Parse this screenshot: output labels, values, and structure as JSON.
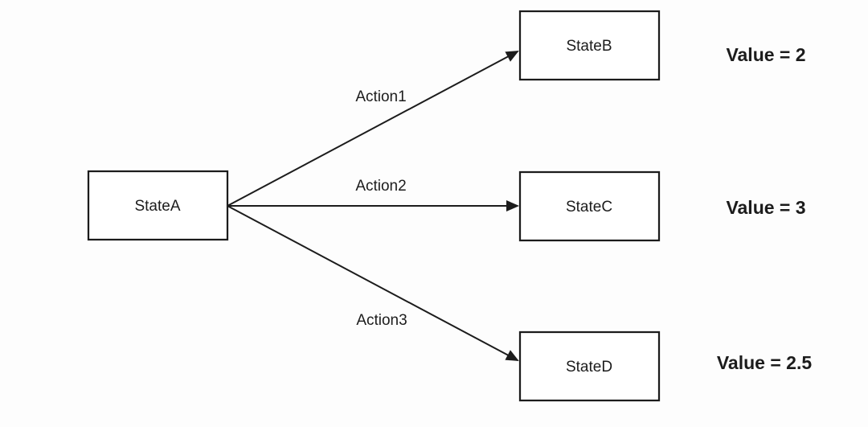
{
  "diagram": {
    "nodes": {
      "stateA": {
        "label": "StateA"
      },
      "stateB": {
        "label": "StateB",
        "value": 2,
        "value_label": "Value = 2"
      },
      "stateC": {
        "label": "StateC",
        "value": 3,
        "value_label": "Value = 3"
      },
      "stateD": {
        "label": "StateD",
        "value": 2.5,
        "value_label": "Value = 2.5"
      }
    },
    "edges": [
      {
        "label": "Action1",
        "from": "StateA",
        "to": "StateB"
      },
      {
        "label": "Action2",
        "from": "StateA",
        "to": "StateC"
      },
      {
        "label": "Action3",
        "from": "StateA",
        "to": "StateD"
      }
    ],
    "colors": {
      "stroke": "#1c1c1c",
      "text": "#1c1c1c",
      "background": "#fdfdfd"
    }
  }
}
